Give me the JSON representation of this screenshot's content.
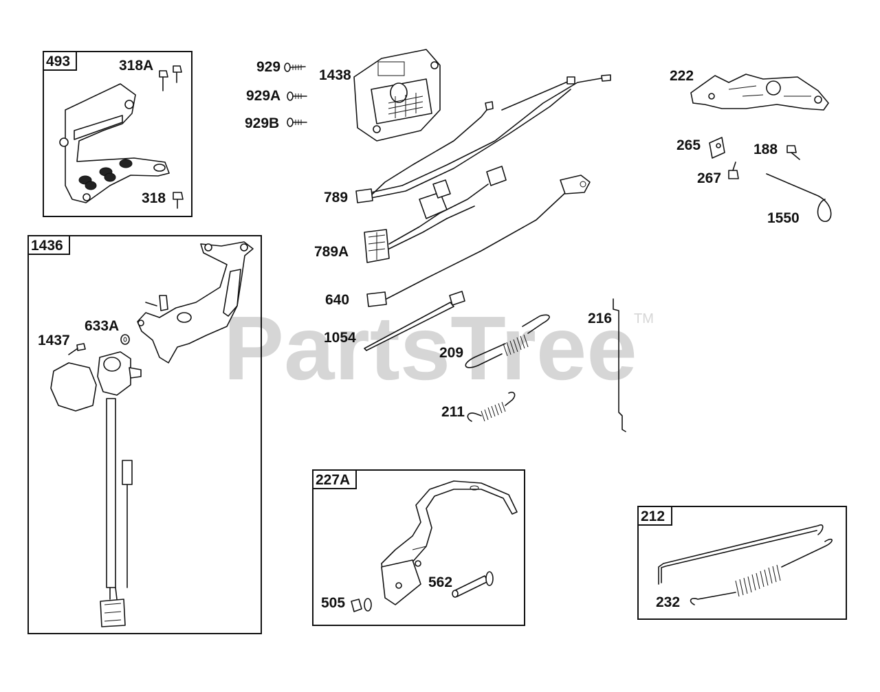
{
  "watermark": {
    "text": "PartsTree",
    "trademark": "TM"
  },
  "boxes": {
    "b493": "493",
    "b1436": "1436",
    "b227a": "227A",
    "b212": "212"
  },
  "labels": {
    "l318a": "318A",
    "l318": "318",
    "l929": "929",
    "l929a": "929A",
    "l929b": "929B",
    "l1438": "1438",
    "l222": "222",
    "l265": "265",
    "l188": "188",
    "l267": "267",
    "l1550": "1550",
    "l789": "789",
    "l789a": "789A",
    "l640": "640",
    "l1054": "1054",
    "l209": "209",
    "l216": "216",
    "l211": "211",
    "l1437": "1437",
    "l633a": "633A",
    "l505": "505",
    "l562": "562",
    "l232": "232"
  }
}
